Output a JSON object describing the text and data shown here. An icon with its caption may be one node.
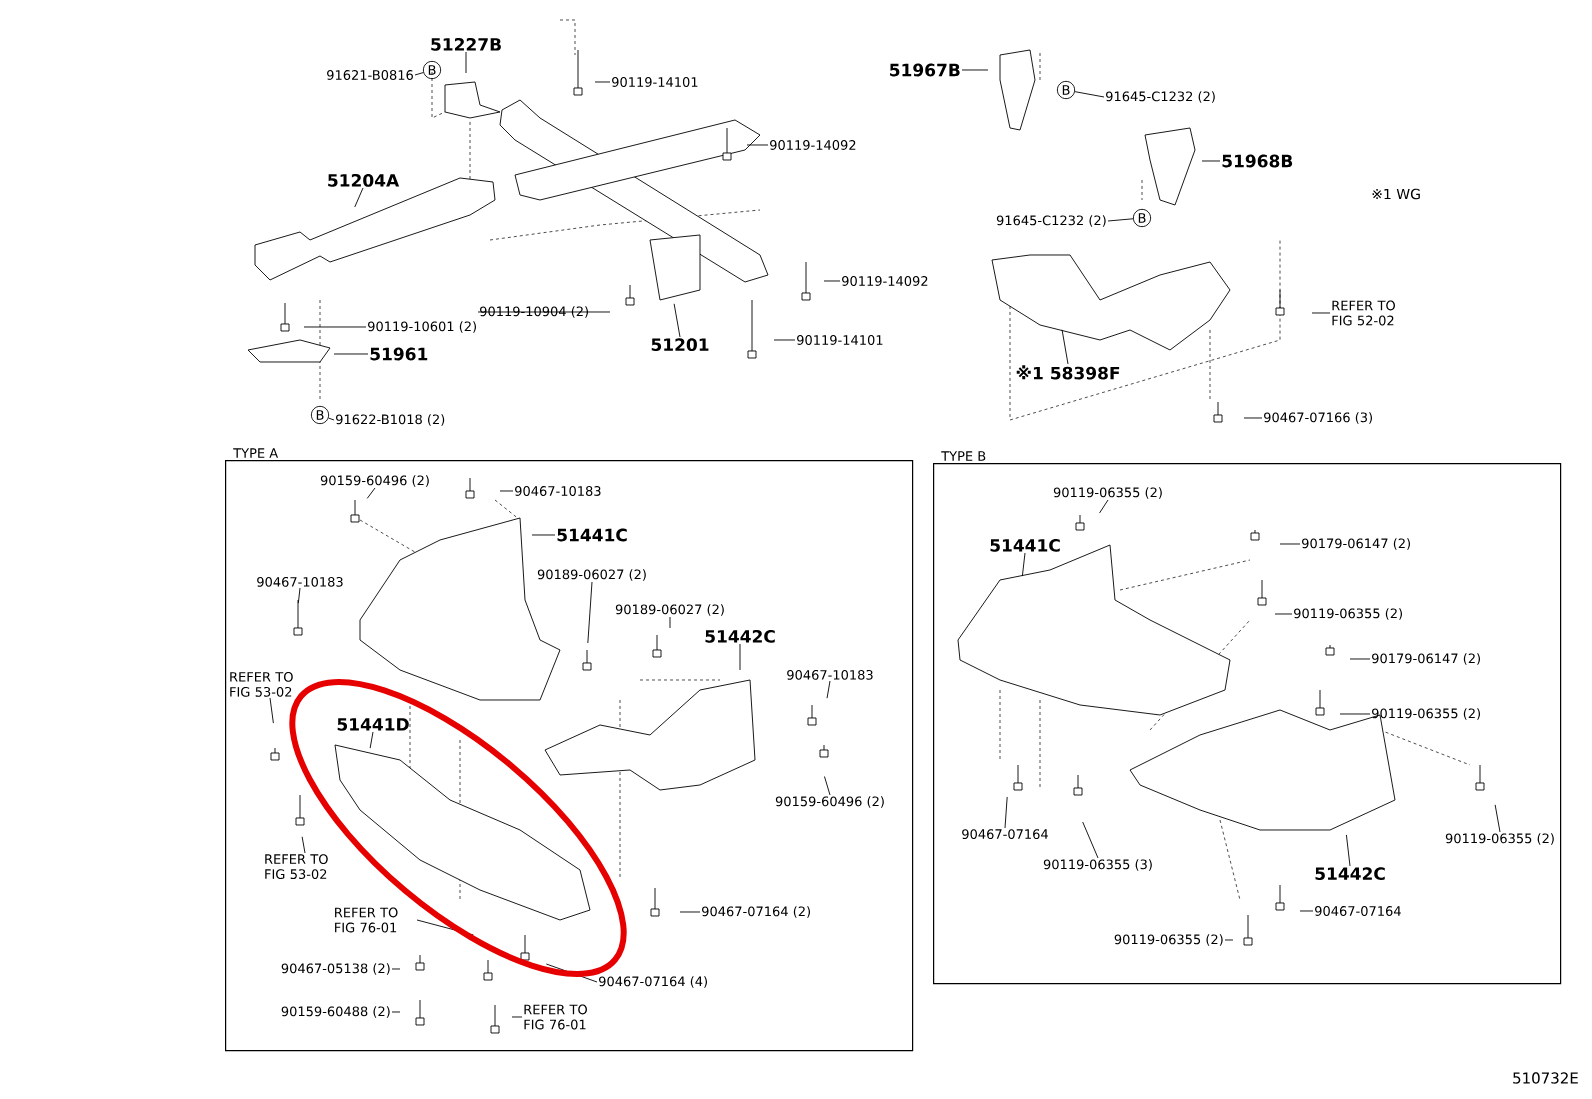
{
  "diagram": {
    "nodes": [
      {
        "text": [
          "51227B"
        ]
      },
      {
        "text": [
          "91621-B0816"
        ]
      },
      {
        "text": [
          "B"
        ]
      },
      {
        "text": [
          "51204A"
        ]
      },
      {
        "text": [
          "90119-10601 (2)"
        ]
      },
      {
        "text": [
          "51961"
        ]
      },
      {
        "text": [
          "B"
        ]
      },
      {
        "text": [
          "91622-B1018 (2)"
        ]
      },
      {
        "text": [
          "90119-14101"
        ]
      },
      {
        "text": [
          "90119-14092"
        ]
      },
      {
        "text": [
          "90119-10904 (2)"
        ]
      },
      {
        "text": [
          "51201"
        ]
      },
      {
        "text": [
          "90119-14092"
        ]
      },
      {
        "text": [
          "90119-14101"
        ]
      },
      {
        "text": [
          "51967B"
        ]
      },
      {
        "text": [
          "B"
        ]
      },
      {
        "text": [
          "91645-C1232 (2)"
        ]
      },
      {
        "text": [
          "51968B"
        ]
      },
      {
        "text": [
          "B"
        ]
      },
      {
        "text": [
          "91645-C1232 (2)"
        ]
      },
      {
        "text": [
          "REFER TO FIG 52-02"
        ]
      },
      {
        "text": [
          "※1 58398F"
        ]
      },
      {
        "text": [
          "90467-07166 (3)"
        ]
      },
      {
        "text": [
          "TYPE A"
        ]
      },
      {
        "text": [
          "90159-60496 (2)"
        ],
        "in": 23
      },
      {
        "text": [
          "90467-10183"
        ],
        "in": 23
      },
      {
        "text": [
          "51441C"
        ],
        "in": 23
      },
      {
        "text": [
          "90467-10183"
        ],
        "in": 23
      },
      {
        "text": [
          "90189-06027 (2)"
        ],
        "in": 23
      },
      {
        "text": [
          "90189-06027 (2)"
        ],
        "in": 23
      },
      {
        "text": [
          "51442C"
        ],
        "in": 23
      },
      {
        "text": [
          "90467-10183"
        ],
        "in": 23
      },
      {
        "text": [
          "REFER TO FIG 53-02"
        ],
        "in": 23
      },
      {
        "text": [
          "51441D"
        ],
        "in": 23
      },
      {
        "text": [
          "90159-60496 (2)"
        ],
        "in": 23
      },
      {
        "text": [
          "REFER TO FIG 53-02"
        ],
        "in": 23
      },
      {
        "text": [
          "90467-07164 (2)"
        ],
        "in": 23
      },
      {
        "text": [
          "REFER TO FIG 76-01"
        ],
        "in": 23
      },
      {
        "text": [
          "90467-05138 (2)"
        ],
        "in": 23
      },
      {
        "text": [
          "90467-07164 (4)"
        ],
        "in": 23
      },
      {
        "text": [
          "90159-60488 (2)"
        ],
        "in": 23
      },
      {
        "text": [
          "REFER TO FIG 76-01"
        ],
        "in": 23
      },
      {
        "text": [
          "TYPE B"
        ]
      },
      {
        "text": [
          "90119-06355 (2)"
        ],
        "in": 42
      },
      {
        "text": [
          "51441C"
        ],
        "in": 42
      },
      {
        "text": [
          "90179-06147 (2)"
        ],
        "in": 42
      },
      {
        "text": [
          "90119-06355 (2)"
        ],
        "in": 42
      },
      {
        "text": [
          "90179-06147 (2)"
        ],
        "in": 42
      },
      {
        "text": [
          "90119-06355 (2)"
        ],
        "in": 42
      },
      {
        "text": [
          "90467-07164"
        ],
        "in": 42
      },
      {
        "text": [
          "90119-06355 (3)"
        ],
        "in": 42
      },
      {
        "text": [
          "90119-06355 (2)"
        ],
        "in": 42
      },
      {
        "text": [
          "51442C"
        ],
        "in": 42
      },
      {
        "text": [
          "90467-07164"
        ],
        "in": 42
      },
      {
        "text": [
          "90119-06355 (2)"
        ],
        "in": 42
      }
    ],
    "edges": [
      {
        "from": 0,
        "to": null,
        "arrow": "none"
      },
      {
        "from": 1,
        "to": 2,
        "arrow": "none"
      },
      {
        "from": 3,
        "to": null,
        "arrow": "none"
      },
      {
        "from": 4,
        "to": null,
        "arrow": "none"
      },
      {
        "from": 5,
        "to": null,
        "arrow": "none"
      },
      {
        "from": 7,
        "to": 6,
        "arrow": "none"
      },
      {
        "from": 8,
        "to": null,
        "arrow": "none"
      },
      {
        "from": 9,
        "to": null,
        "arrow": "none"
      },
      {
        "from": 10,
        "to": null,
        "arrow": "none"
      },
      {
        "from": 11,
        "to": null,
        "arrow": "none"
      },
      {
        "from": 12,
        "to": null,
        "arrow": "none"
      },
      {
        "from": 13,
        "to": null,
        "arrow": "none"
      },
      {
        "from": 14,
        "to": null,
        "arrow": "none"
      },
      {
        "from": 16,
        "to": 15,
        "arrow": "none"
      },
      {
        "from": 17,
        "to": null,
        "arrow": "none"
      },
      {
        "from": 19,
        "to": 18,
        "arrow": "none"
      },
      {
        "from": 20,
        "to": null,
        "arrow": "none"
      },
      {
        "from": 21,
        "to": null,
        "arrow": "none"
      },
      {
        "from": 22,
        "to": null,
        "arrow": "none"
      },
      {
        "from": 24,
        "to": null,
        "arrow": "none"
      },
      {
        "from": 25,
        "to": null,
        "arrow": "none"
      },
      {
        "from": 26,
        "to": null,
        "arrow": "none"
      },
      {
        "from": 27,
        "to": null,
        "arrow": "none"
      },
      {
        "from": 28,
        "to": null,
        "arrow": "none"
      },
      {
        "from": 29,
        "to": null,
        "arrow": "none"
      },
      {
        "from": 30,
        "to": null,
        "arrow": "none"
      },
      {
        "from": 31,
        "to": null,
        "arrow": "none"
      },
      {
        "from": 32,
        "to": null,
        "arrow": "none"
      },
      {
        "from": 33,
        "to": null,
        "arrow": "none"
      },
      {
        "from": 34,
        "to": null,
        "arrow": "none"
      },
      {
        "from": 35,
        "to": null,
        "arrow": "none"
      },
      {
        "from": 36,
        "to": null,
        "arrow": "none"
      },
      {
        "from": 37,
        "to": null,
        "arrow": "none"
      },
      {
        "from": 38,
        "to": null,
        "arrow": "none"
      },
      {
        "from": 39,
        "to": null,
        "arrow": "none"
      },
      {
        "from": 40,
        "to": null,
        "arrow": "none"
      },
      {
        "from": 41,
        "to": null,
        "arrow": "none"
      },
      {
        "from": 43,
        "to": null,
        "arrow": "none"
      },
      {
        "from": 44,
        "to": null,
        "arrow": "none"
      },
      {
        "from": 45,
        "to": null,
        "arrow": "none"
      },
      {
        "from": 46,
        "to": null,
        "arrow": "none"
      },
      {
        "from": 47,
        "to": null,
        "arrow": "none"
      },
      {
        "from": 48,
        "to": null,
        "arrow": "none"
      },
      {
        "from": 49,
        "to": null,
        "arrow": "none"
      },
      {
        "from": 50,
        "to": null,
        "arrow": "none"
      },
      {
        "from": 51,
        "to": null,
        "arrow": "none"
      },
      {
        "from": 52,
        "to": null,
        "arrow": "none"
      },
      {
        "from": 53,
        "to": null,
        "arrow": "none"
      },
      {
        "from": 54,
        "to": null,
        "arrow": "none"
      }
    ],
    "labels": [
      "※1 WG",
      "510732E"
    ]
  }
}
